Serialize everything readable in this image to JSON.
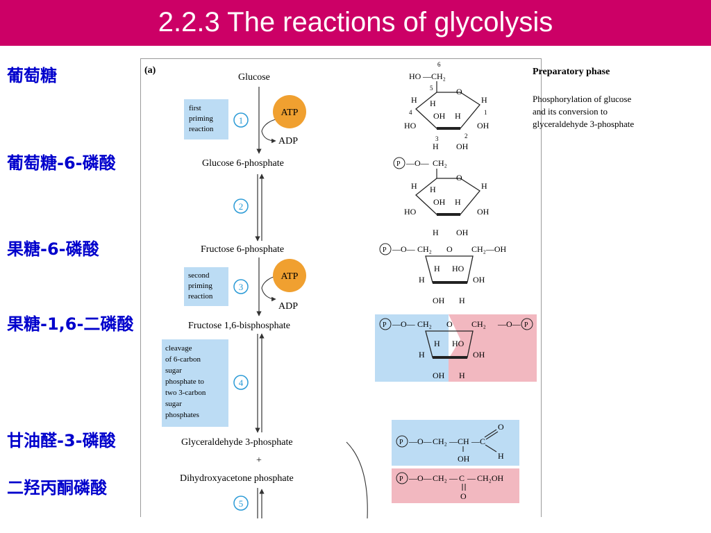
{
  "slide": {
    "title": "2.2.3 The reactions of glycolysis",
    "colors": {
      "title_bar": "#cc0066",
      "chinese_labels": "#0000cc",
      "atp_circle": "#f0a030",
      "note_box": "#bcdcf4",
      "step_circle": "#2a9ad6",
      "pink_highlight": "#f2b8c0",
      "blue_highlight": "#bcdcf4"
    }
  },
  "chinese_labels": [
    {
      "text": "葡萄糖"
    },
    {
      "text": "葡萄糖-6-磷酸"
    },
    {
      "text": "果糖-6-磷酸"
    },
    {
      "text": "果糖-1,6-二磷酸"
    },
    {
      "text": "甘油醛-3-磷酸"
    },
    {
      "text": "二羟丙酮磷酸"
    }
  ],
  "figure": {
    "panel_label": "(a)",
    "phase_title": "Preparatory phase",
    "phase_desc": [
      "Phosphorylation of glucose",
      "and its conversion to",
      "glyceraldehyde 3-phosphate"
    ],
    "compounds": {
      "glucose": "Glucose",
      "g6p": "Glucose 6-phosphate",
      "f6p": "Fructose 6-phosphate",
      "f16bp": "Fructose 1,6-bisphosphate",
      "g3p": "Glyceraldehyde 3-phosphate",
      "plus": "+",
      "dhap": "Dihydroxyacetone phosphate"
    },
    "steps": [
      "1",
      "2",
      "3",
      "4",
      "5"
    ],
    "cofactors": {
      "atp": "ATP",
      "adp": "ADP"
    },
    "notes": {
      "step1": [
        "first",
        "priming",
        "reaction"
      ],
      "step3": [
        "second",
        "priming",
        "reaction"
      ],
      "step4": [
        "cleavage",
        "of 6-carbon",
        "sugar",
        "phosphate to",
        "two 3-carbon",
        "sugar",
        "phosphates"
      ]
    },
    "atoms": {
      "HO": "HO",
      "OH": "OH",
      "H": "H",
      "O": "O",
      "P": "P",
      "CH": "CH",
      "C": "C",
      "CH2": "CH₂",
      "CH2OH": "CH₂OH",
      "CH2_OH": "CH₂—OH",
      "dash_O": "—O—",
      "dash": "—",
      "ring_numbers": [
        "6",
        "5",
        "4",
        "3",
        "2",
        "1"
      ]
    }
  }
}
